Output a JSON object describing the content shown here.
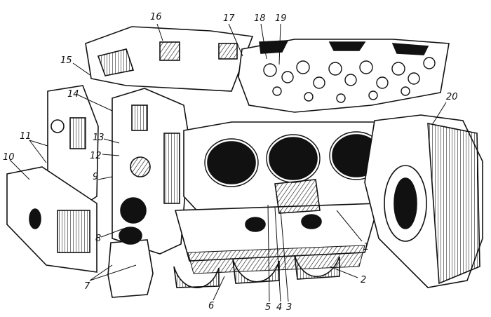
{
  "figure": {
    "callouts": [
      "1",
      "2",
      "3",
      "4",
      "5",
      "6",
      "7",
      "8",
      "9",
      "10",
      "11",
      "12",
      "13",
      "14",
      "15",
      "16",
      "17",
      "18",
      "19",
      "20"
    ]
  },
  "colors": {
    "ink": "#111111",
    "paper": "#ffffff"
  }
}
